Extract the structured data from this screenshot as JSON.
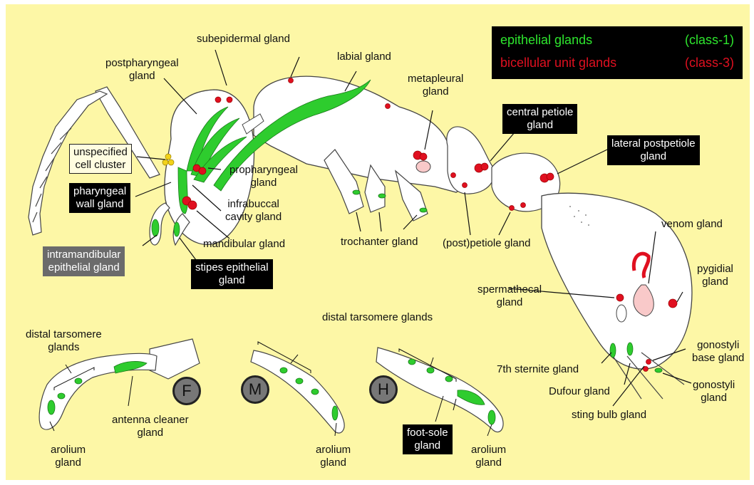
{
  "colors": {
    "background": "#fdf7a6",
    "epithelial": "#2ecc2e",
    "bicellular": "#e01020",
    "body_fill": "#ffffff",
    "outline": "#444444"
  },
  "legend": {
    "epithelial_label": "epithelial glands",
    "epithelial_class": "(class-1)",
    "bicellular_label": "bicellular unit glands",
    "bicellular_class": "(class-3)"
  },
  "labels": {
    "subepidermal": "subepidermal gland",
    "labial": "labial gland",
    "postpharyngeal_1": "postpharyngeal",
    "postpharyngeal_2": "gland",
    "metapleural_1": "metapleural",
    "metapleural_2": "gland",
    "central_petiole_1": "central petiole",
    "central_petiole_2": "gland",
    "lateral_postpetiole_1": "lateral postpetiole",
    "lateral_postpetiole_2": "gland",
    "unspecified_1": "unspecified",
    "unspecified_2": "cell cluster",
    "propharyngeal_1": "propharyngeal",
    "propharyngeal_2": "gland",
    "pharyngeal_wall_1": "pharyngeal",
    "pharyngeal_wall_2": "wall gland",
    "infrabuccal_1": "infrabuccal",
    "infrabuccal_2": "cavity gland",
    "mandibular": "mandibular gland",
    "trochanter": "trochanter gland",
    "postpetiole": "(post)petiole gland",
    "venom": "venom gland",
    "intramandibular_1": "intramandibular",
    "intramandibular_2": "epithelial gland",
    "stipes_1": "stipes epithelial",
    "stipes_2": "gland",
    "pygidial_1": "pygidial",
    "pygidial_2": "gland",
    "spermathecal_1": "spermathecal",
    "spermathecal_2": "gland",
    "distal_tarsomere_top": "distal tarsomere glands",
    "distal_tarsomere_left_1": "distal tarsomere",
    "distal_tarsomere_left_2": "glands",
    "gonostyli_base_1": "gonostyli",
    "gonostyli_base_2": "base gland",
    "seventh_sternite": "7th sternite gland",
    "dufour": "Dufour gland",
    "gonostyli_1": "gonostyli",
    "gonostyli_2": "gland",
    "sting_bulb": "sting bulb gland",
    "antenna_cleaner_1": "antenna cleaner",
    "antenna_cleaner_2": "gland",
    "arolium_1": "arolium",
    "arolium_2": "gland",
    "foot_sole_1": "foot-sole",
    "foot_sole_2": "gland"
  },
  "badges": {
    "front": "F",
    "middle": "M",
    "hind": "H"
  }
}
